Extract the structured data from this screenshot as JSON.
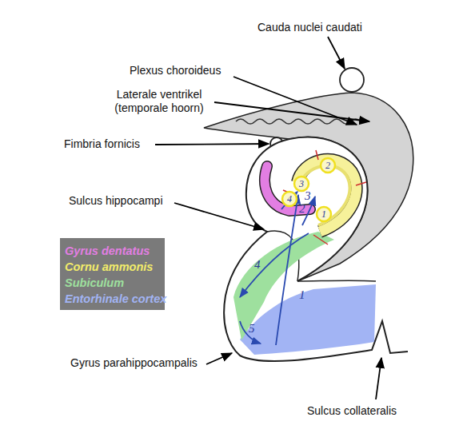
{
  "diagram": {
    "nodes": [
      {
        "text": [
          "2"
        ]
      },
      {
        "text": [
          "3"
        ]
      },
      {
        "text": [
          "4"
        ]
      },
      {
        "text": [
          "1"
        ]
      }
    ],
    "labels": [
      "Cauda nuclei caudati",
      "Plexus choroideus",
      "Laterale ventrikel (temporale hoorn)",
      "Fimbria fornicis",
      "Sulcus hippocampi",
      "3",
      "2",
      "4",
      "1",
      "5",
      "Gyrus parahippocampalis",
      "Sulcus collateralis"
    ],
    "legend": [
      {
        "text": "Gyrus dentatus",
        "color": "#e27ee2"
      },
      {
        "text": "Cornu ammonis",
        "color": "#f2ec6a"
      },
      {
        "text": "Subiculum",
        "color": "#9ee09e"
      },
      {
        "text": "Entorhinale cortex",
        "color": "#a2b4f4"
      }
    ]
  }
}
